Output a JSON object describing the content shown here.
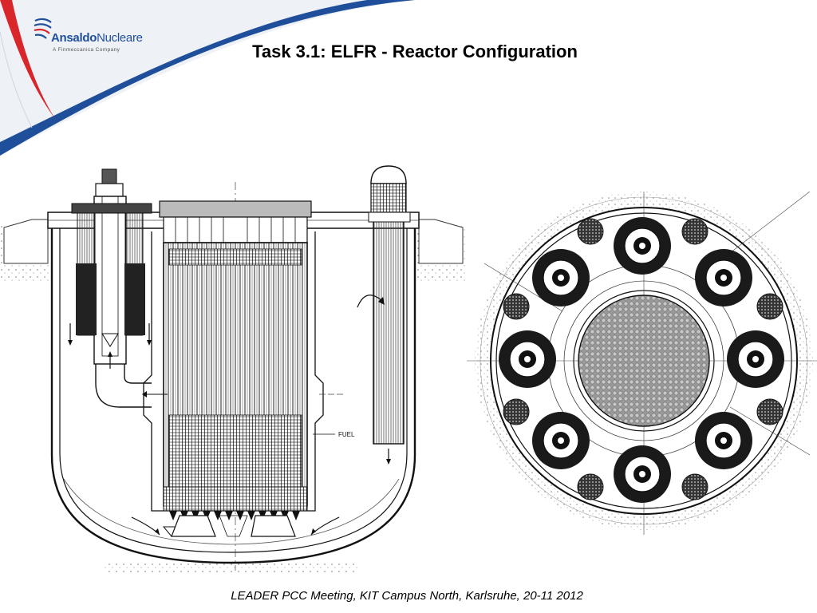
{
  "slide": {
    "title": "Task 3.1: ELFR - Reactor Configuration",
    "footer": "LEADER PCC Meeting, KIT Campus North, Karlsruhe, 20-11 2012"
  },
  "logo": {
    "brand_bold": "Ansaldo",
    "brand_regular": "Nucleare",
    "subtitle": "A Finmeccanica Company"
  },
  "elevation": {
    "core_label": "FUEL"
  },
  "colors": {
    "brand_blue": "#1f4f9a",
    "accent_red": "#d9262b",
    "drawing_ink": "#1a1a1a"
  }
}
